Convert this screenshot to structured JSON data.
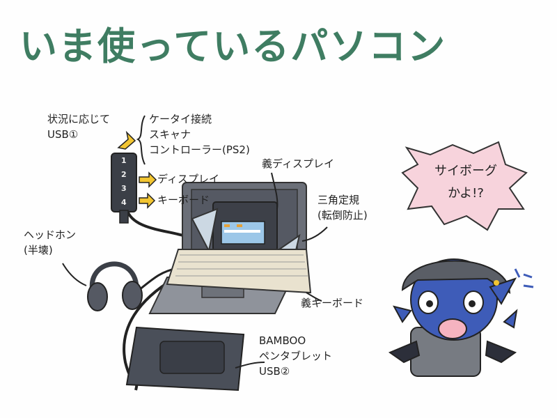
{
  "title": "いま使っているパソコン",
  "labels": {
    "usb1_note": [
      "状況に応じて",
      "USB①"
    ],
    "usb1_targets": [
      "ケータイ接続",
      "スキャナ",
      "コントローラー(PS2)"
    ],
    "display_port": "ディスプレイ",
    "keyboard_port": "キーボード",
    "sub_display": "義ディスプレイ",
    "triangle_ruler": [
      "三角定規",
      "(転倒防止)"
    ],
    "headphones": [
      "ヘッドホン",
      "(半壊)"
    ],
    "sub_keyboard": "義キーボード",
    "tablet": [
      "BAMBOO",
      "ペンタブレット",
      "USB②"
    ]
  },
  "hub_ports": [
    "1",
    "2",
    "3",
    "4"
  ],
  "speech_bubble": [
    "サイボーグ",
    "かよ!?"
  ],
  "colors": {
    "title": "#3f7d62",
    "bubble": "#f7d3dc",
    "arrow_yellow": "#f2c531",
    "laptop": "#6b6f78",
    "keyboard": "#e9e2cf"
  }
}
